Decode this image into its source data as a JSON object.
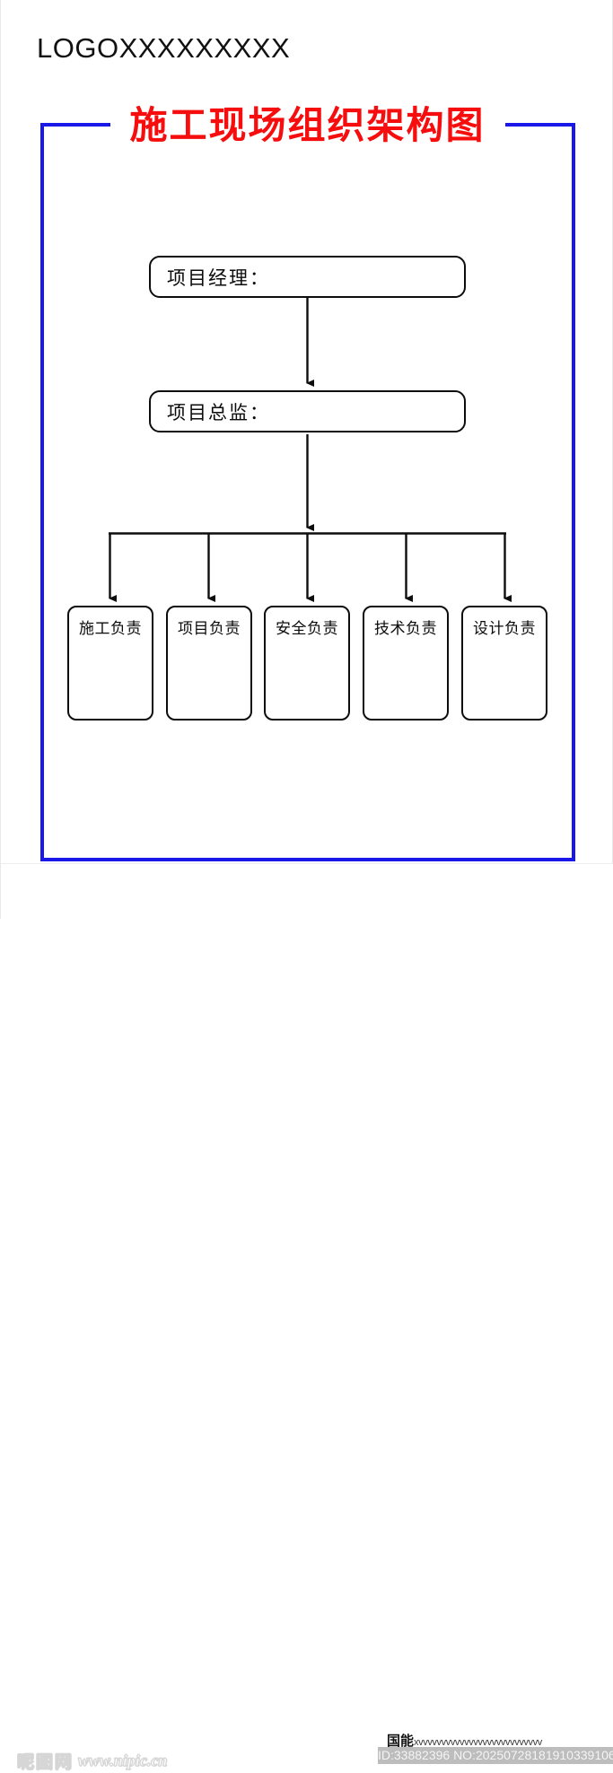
{
  "header": {
    "logo_text": "LOGOXXXXXXXXX"
  },
  "title": {
    "text": "施工现场组织架构图",
    "color": "#f60d0d"
  },
  "frame": {
    "border_color": "#1a18e8"
  },
  "chart_data": {
    "type": "diagram",
    "title": "施工现场组织架构图",
    "orientation": "top-down",
    "levels": [
      {
        "level": 1,
        "nodes": [
          {
            "id": "manager",
            "label": "项目经理：",
            "shape": "rounded-rect",
            "align": "left"
          }
        ]
      },
      {
        "level": 2,
        "nodes": [
          {
            "id": "director",
            "label": "项目总监：",
            "shape": "rounded-rect",
            "align": "left"
          }
        ]
      },
      {
        "level": 3,
        "nodes": [
          {
            "id": "leaf-0",
            "label": "施工负责",
            "shape": "rounded-rect",
            "align": "center"
          },
          {
            "id": "leaf-1",
            "label": "项目负责",
            "shape": "rounded-rect",
            "align": "center"
          },
          {
            "id": "leaf-2",
            "label": "安全负责",
            "shape": "rounded-rect",
            "align": "center"
          },
          {
            "id": "leaf-3",
            "label": "技术负责",
            "shape": "rounded-rect",
            "align": "center"
          },
          {
            "id": "leaf-4",
            "label": "设计负责",
            "shape": "rounded-rect",
            "align": "center"
          }
        ]
      }
    ],
    "edges": [
      {
        "from": "manager",
        "to": "director",
        "style": "arrow"
      },
      {
        "from": "director",
        "to": "leaf-0",
        "style": "arrow"
      },
      {
        "from": "director",
        "to": "leaf-1",
        "style": "arrow"
      },
      {
        "from": "director",
        "to": "leaf-2",
        "style": "arrow"
      },
      {
        "from": "director",
        "to": "leaf-3",
        "style": "arrow"
      },
      {
        "from": "director",
        "to": "leaf-4",
        "style": "arrow"
      }
    ],
    "line_color": "#0d0d0d",
    "node_fill": "#ffffff"
  },
  "nodes": {
    "manager": "项目经理：",
    "director": "项目总监：",
    "leaves": [
      "施工负责",
      "项目负责",
      "安全负责",
      "技术负责",
      "设计负责"
    ]
  },
  "footer": {
    "brand_name": "国能",
    "brand_tail": "xvvvvvvvvvvvvvvvvvvvvvvvvvvv",
    "id_text": "ID:33882396 NO:20250728181910339106"
  },
  "watermark": {
    "logo_glyphs": [
      "昵",
      "图",
      "网"
    ],
    "url": "www.nipic.cn"
  }
}
